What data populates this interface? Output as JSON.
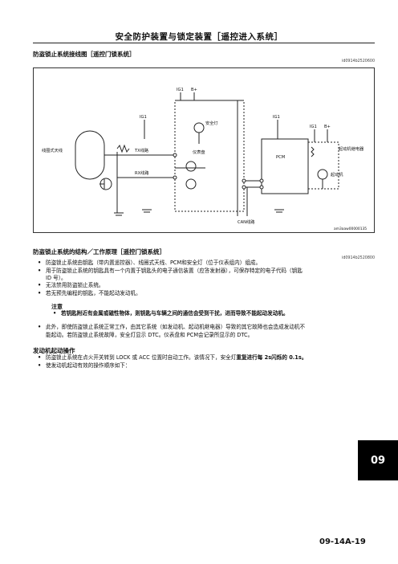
{
  "header": {
    "title": "安全防护装置与锁定装置［遥控进入系统］"
  },
  "section1": {
    "heading": "防盗锁止系统接线图［遥控门锁系统］",
    "code": "id0914b2520600",
    "diagram": {
      "labels": {
        "ig1_top": "IG1",
        "bplus_top": "B+",
        "security_light": "安全灯",
        "ig1_left": "IG1",
        "ig1_right": "IG1",
        "ig1_relay": "IG1",
        "bplus_relay": "B+",
        "antenna": "线圈式天线",
        "tx": "TX线路",
        "rx": "RX线路",
        "cluster": "仪表盘",
        "pcm": "PCM",
        "relay": "起动机继电器",
        "starter": "起动机",
        "can": "CAN线路",
        "fig_code": "am3aaw00000135"
      }
    }
  },
  "section2": {
    "heading": "防盗锁止系统的结构／工作原理［遥控门锁系统］",
    "code": "id0914b2520800",
    "bullets": [
      "防盗锁止系统由钥匙（带内置遥控器）、线圈式天线、PCM和安全灯（位于仪表组内）组成。",
      "用于防盗锁止系统的钥匙具有一个内置于钥匙头的电子通信装置（应答发射器），可保存特定的电子代码（钥匙",
      "ID 号）。",
      "无法禁用防盗锁止系统。",
      "若无预先编程的钥匙，不能起动发动机。"
    ],
    "note": {
      "title": "注意",
      "text": "若钥匙附近有金属或磁性物体，则钥匙与车辆之间的通信会受到干扰，进而导致不能起动发动机。"
    },
    "bullet_after": [
      "此外，即使防盗锁止系统正常工作，由其它系统（如发动机、起动机继电器）导致的其它故障也会造成发动机不",
      "能起动。若防盗锁止系统故障，安全灯显示 DTC。仪表盘和 PCM会记录所显示的 DTC。"
    ]
  },
  "section3": {
    "heading": "发动机起动操作",
    "bullets": [
      "防盗锁止系统在点火开关转到 LOCK 或 ACC 位置时自动工作。该情况下，安全灯",
      "闪烁的 0.1s。",
      "使发动机起动有效的操作顺序如下："
    ],
    "emph": "重复进行每 2s"
  },
  "tab": {
    "label": "09"
  },
  "footer": {
    "page": "09-14A-19"
  }
}
